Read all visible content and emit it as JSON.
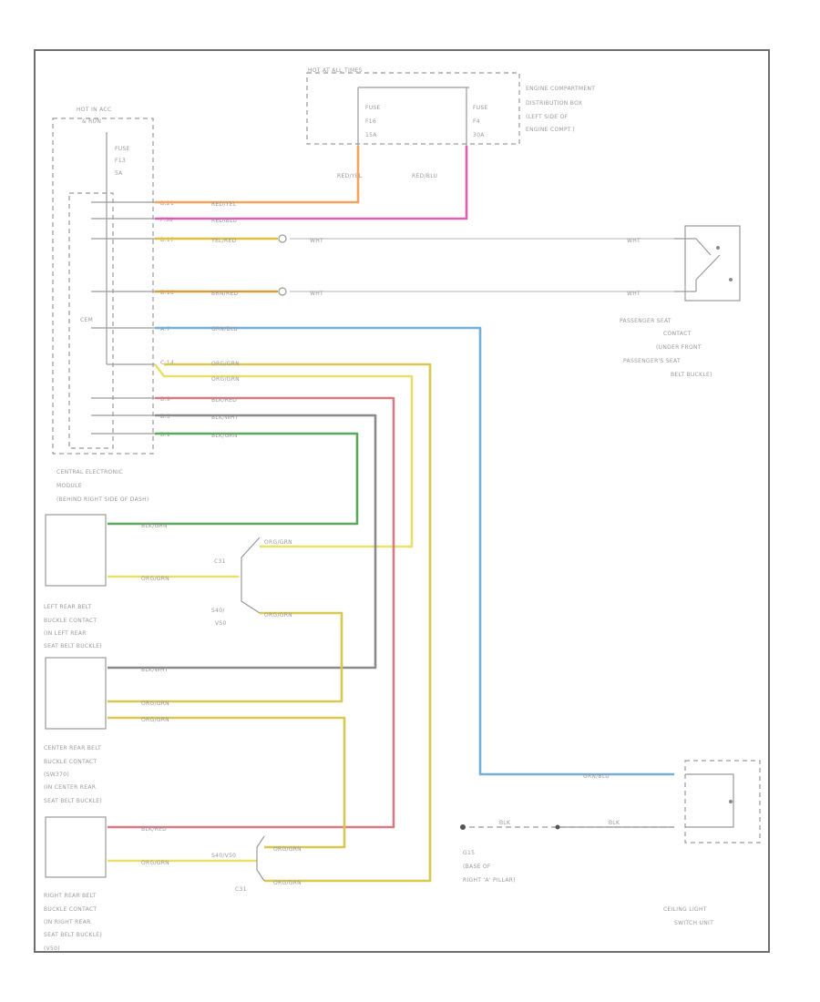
{
  "colors": {
    "red_yel": "#f5a25d",
    "red_blu": "#e05cb8",
    "yel_red": "#e0c23a",
    "brn_red": "#d99a3a",
    "grn_blu": "#74b0d8",
    "org_grn": "#e8e06a",
    "org_grn_dark": "#d8c850",
    "blk_red": "#d87a86",
    "blk_wht": "#8a8a8a",
    "blk_grn": "#5aa85a",
    "wht": "#cfcfcf"
  },
  "labels": {
    "hot_in_acc": "HOT IN ACC",
    "hot_in_acc_2": "& RUN",
    "fuse_f13": "FUSE",
    "fuse_f13_b": "F13",
    "fuse_f13_c": "5A",
    "hot_at_all_times": "HOT AT ALL TIMES",
    "fuse_f16": "FUSE",
    "fuse_f16_b": "F16",
    "fuse_f16_c": "15A",
    "fuse_f4": "FUSE",
    "fuse_f4_b": "F4",
    "fuse_f4_c": "30A",
    "engine_box_1": "ENGINE COMPARTMENT",
    "engine_box_2": "DISTRIBUTION BOX",
    "engine_box_3": "(LEFT SIDE OF",
    "engine_box_4": "ENGINE COMPT.)",
    "red_yel": "RED/YEL",
    "red_blu": "RED/BLU",
    "cem": "CEM",
    "cem_title_1": "CENTRAL ELECTRONIC",
    "cem_title_2": "MODULE",
    "cem_title_3": "(BEHIND RIGHT SIDE OF DASH)",
    "pass_1": "PASSENGER SEAT",
    "pass_2": "CONTACT",
    "pass_3": "(UNDER FRONT",
    "pass_4": "PASSENGER'S SEAT",
    "pass_5": "BELT BUCKLE)",
    "wht": "WHT",
    "left_1": "LEFT REAR BELT",
    "left_2": "BUCKLE CONTACT",
    "left_3": "(IN LEFT REAR",
    "left_4": "SEAT BELT BUCKLE)",
    "center_1": "CENTER REAR BELT",
    "center_2": "BUCKLE CONTACT",
    "center_3": "(SW370)",
    "center_4": "(IN CENTER REAR",
    "center_5": "SEAT BELT BUCKLE)",
    "right_1": "RIGHT REAR BELT",
    "right_2": "BUCKLE CONTACT",
    "right_3": "(IN RIGHT REAR",
    "right_4": "SEAT BELT BUCKLE)",
    "right_5": "(V50)",
    "c31": "C31",
    "c31b": "C31",
    "s40": "S40/",
    "v50": "V50",
    "s40v50": "S40/V50",
    "ground_1": "G15",
    "ground_2": "(BASE OF",
    "ground_3": "RIGHT 'A' PILLAR)",
    "ceiling_1": "CEILING LIGHT",
    "ceiling_2": "SWITCH UNIT",
    "blk": "BLK",
    "grn_blu": "GRN/BLU"
  },
  "pins": [
    "B:21",
    "F:38",
    "B:17",
    "B:16",
    "A:7",
    "C:14",
    "B:9",
    "B:3",
    "B:1"
  ],
  "wire_labels": [
    "RED/YEL",
    "RED/BLU",
    "YEL/RED",
    "BRN/RED",
    "GRN/BLU",
    "ORG/GRN",
    "BLK/RED",
    "BLK/WHT",
    "BLK/GRN"
  ]
}
